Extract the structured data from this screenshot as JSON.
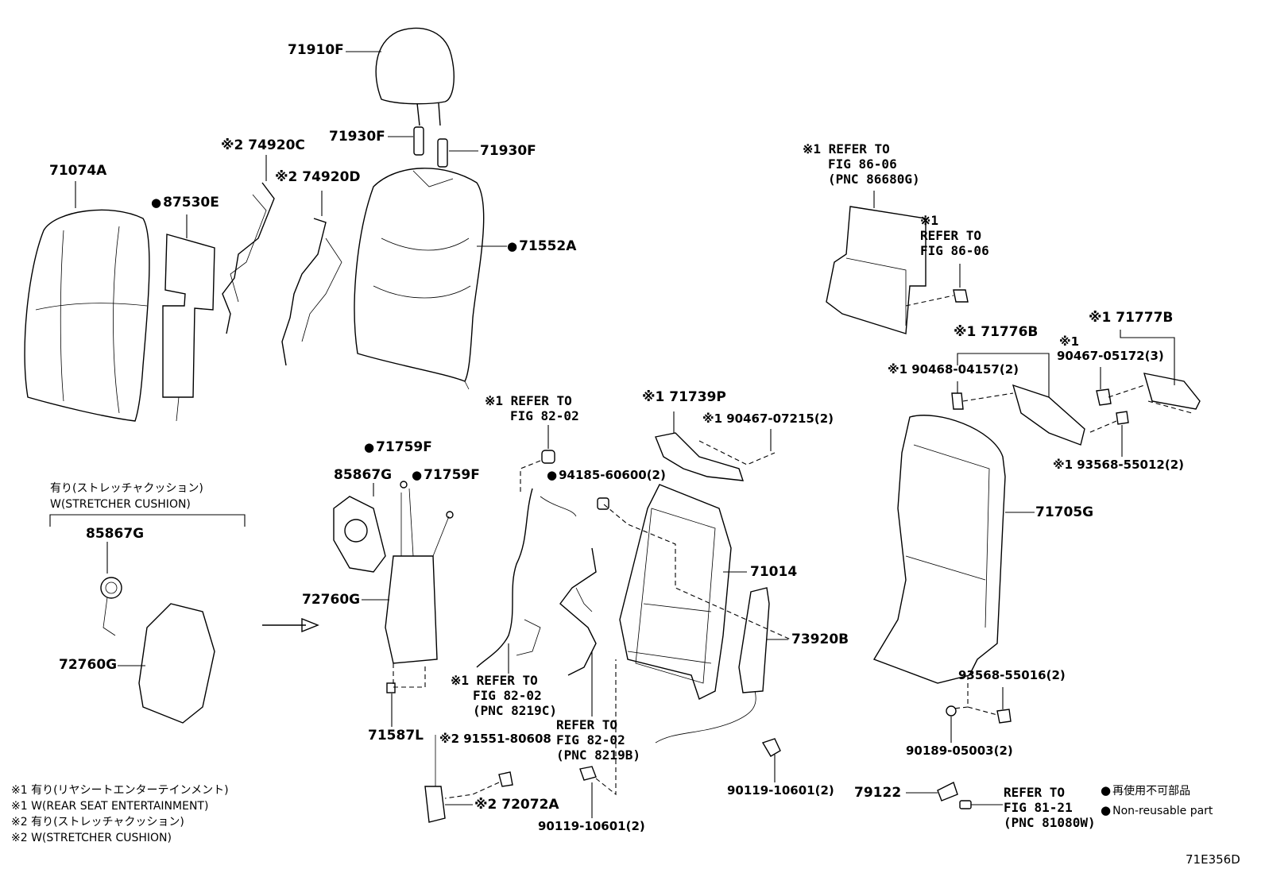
{
  "labels": {
    "p71910F": "71910F",
    "p71930F_a": "71930F",
    "p71930F_b": "71930F",
    "p74920C": "※2 74920C",
    "p74920D": "※2 74920D",
    "p71074A": "71074A",
    "p87530E": "87530E",
    "p71552A": "71552A",
    "p71759F_a": "71759F",
    "p71759F_b": "71759F",
    "p85867G_a": "85867G",
    "p85867G_b": "85867G",
    "p72760G_a": "72760G",
    "p72760G_b": "72760G",
    "p71587L": "71587L",
    "p91551": "※2 91551-80608",
    "p72072A": "※2 72072A",
    "p90119_a": "90119-10601(2)",
    "p90119_b": "90119-10601(2)",
    "p94185": "94185-60600(2)",
    "p71739P": "※1 71739P",
    "p90467_07215": "※1 90467-07215(2)",
    "p71014": "71014",
    "p73920B": "73920B",
    "p71776B": "※1 71776B",
    "p90468": "※1 90468-04157(2)",
    "p71777B": "※1 71777B",
    "p90467_05172_mark": "※1",
    "p90467_05172": "90467-05172(3)",
    "p93568_55012": "※1 93568-55012(2)",
    "p71705G": "71705G",
    "p93568_55016": "93568-55016(2)",
    "p90189": "90189-05003(2)",
    "p79122": "79122"
  },
  "refs": {
    "r86_06_a": [
      "※1 REFER TO",
      "FIG 86-06",
      "(PNC 86680G)"
    ],
    "r86_06_b": [
      "※1",
      "REFER TO",
      "FIG 86-06"
    ],
    "r82_02_top": [
      "※1 REFER TO",
      "FIG 82-02"
    ],
    "r82_02_c": [
      "※1 REFER TO",
      "FIG 82-02",
      "(PNC 8219C)"
    ],
    "r82_02_b": [
      "REFER TO",
      "FIG 82-02",
      "(PNC 8219B)"
    ],
    "r81_21": [
      "REFER TO",
      "FIG 81-21",
      "(PNC 81080W)"
    ]
  },
  "stretcher_option": {
    "jp": "有り(ストレッチャクッション)",
    "en": "W(STRETCHER CUSHION)"
  },
  "footnotes": [
    "※1 有り(リヤシートエンターテインメント)",
    "※1 W(REAR SEAT ENTERTAINMENT)",
    "※2 有り(ストレッチャクッション)",
    "※2 W(STRETCHER CUSHION)"
  ],
  "legend": {
    "jp": "再使用不可部品",
    "en": "Non-reusable part"
  },
  "figure_code": "71E356D"
}
